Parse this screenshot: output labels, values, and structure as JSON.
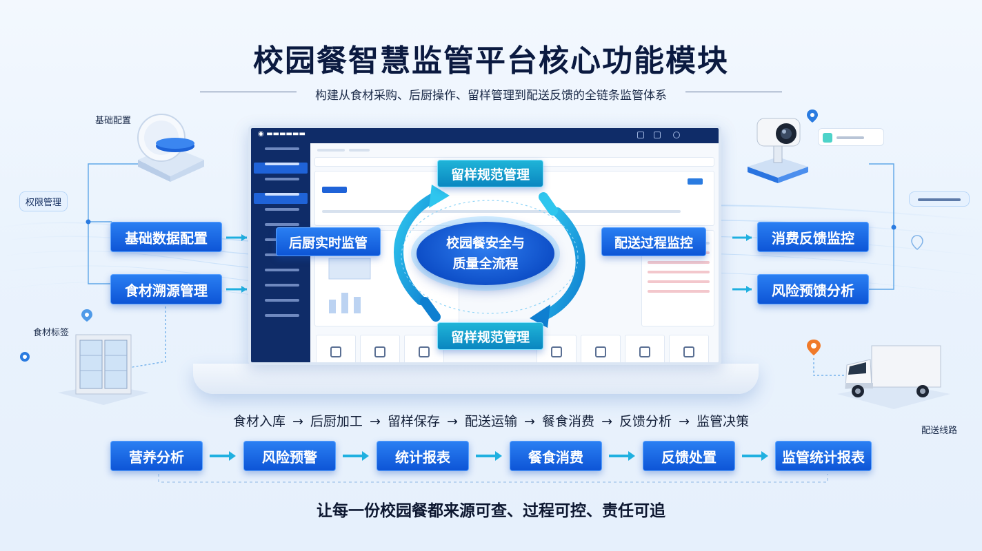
{
  "title": "校园餐智慧监管平台核心功能模块",
  "subtitle": "构建从食材采购、后厨操作、留样管理到配送反馈的全链条监管体系",
  "left_tags": {
    "basic_config": "基础配置",
    "permission": "权限管理",
    "food_label": "食材标签"
  },
  "right_tags": {
    "delivery_route": "配送线路"
  },
  "left_modules": {
    "basic_data": "基础数据配置",
    "traceability": "食材溯源管理"
  },
  "right_modules": {
    "consumption_feedback": "消费反馈监控",
    "risk_analysis": "风险预馈分析"
  },
  "cycle": {
    "top": "留样规范管理",
    "left": "后厨实时监管",
    "right": "配送过程监控",
    "bottom": "留样规范管理",
    "center_line1": "校园餐安全与",
    "center_line2": "质量全流程"
  },
  "flow_steps": [
    "食材入库",
    "后厨加工",
    "留样保存",
    "配送运输",
    "餐食消费",
    "反馈分析",
    "监管决策"
  ],
  "flow_arrow": "→",
  "bottom_modules": [
    "营养分析",
    "风险预警",
    "统计报表",
    "餐食消费",
    "反馈处置",
    "监管统计报表"
  ],
  "slogan": "让每一份校园餐都来源可查、过程可控、责任可追",
  "colors": {
    "primary": "#0d55d6",
    "teal": "#1fb4d8",
    "navy": "#0f2c68"
  }
}
